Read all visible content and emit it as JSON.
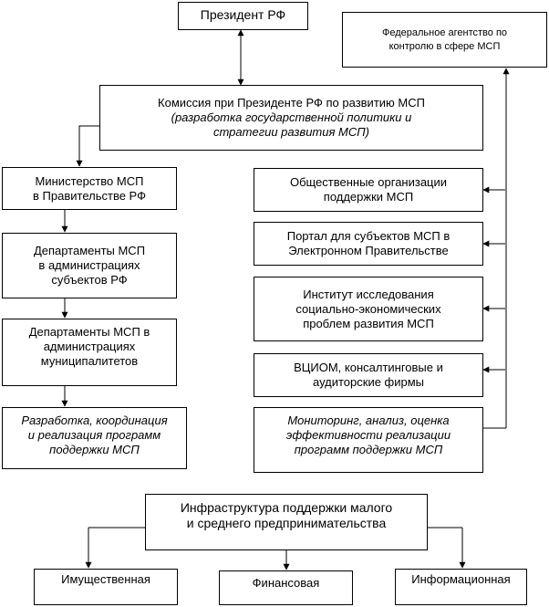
{
  "president": {
    "lines": [
      "Президент РФ"
    ]
  },
  "agency": {
    "lines": [
      "Федеральное агентство по",
      "контролю в сфере МСП"
    ]
  },
  "commission": {
    "lines": [
      "Комиссия при Президенте РФ по развитию МСП"
    ],
    "italic_lines": [
      "(разработка государственной политики и",
      "стратегии развития МСП)"
    ]
  },
  "left_column": [
    {
      "lines": [
        "Министерство МСП",
        "в Правительстве РФ"
      ],
      "italic": false
    },
    {
      "lines": [
        "Департаменты МСП",
        "в администрациях",
        "субъектов РФ"
      ],
      "italic": false
    },
    {
      "lines": [
        "Департаменты МСП в",
        "администрациях",
        "муниципалитетов"
      ],
      "italic": false
    },
    {
      "lines": [
        "Разработка, координация",
        "и реализация программ",
        "поддержки МСП"
      ],
      "italic": true
    }
  ],
  "right_column": [
    {
      "lines": [
        "Общественные организации",
        "поддержки МСП"
      ],
      "italic": false
    },
    {
      "lines": [
        "Портал для субъектов МСП в",
        "Электронном Правительстве"
      ],
      "italic": false
    },
    {
      "lines": [
        "Институт исследования",
        "социально-экономических",
        "проблем развития МСП"
      ],
      "italic": false
    },
    {
      "lines": [
        "ВЦИОМ, консалтинговые и",
        "аудиторские фирмы"
      ],
      "italic": false
    },
    {
      "lines": [
        "Мониторинг, анализ, оценка",
        "эффективности реализации",
        "программ поддержки МСП"
      ],
      "italic": true
    }
  ],
  "infrastructure": {
    "lines": [
      "Инфраструктура поддержки малого",
      "и среднего предпринимательства"
    ],
    "children": [
      {
        "lines": [
          "Имущественная"
        ]
      },
      {
        "lines": [
          "Финансовая"
        ]
      },
      {
        "lines": [
          "Информационная"
        ]
      }
    ]
  },
  "colors": {
    "stroke": "#000000",
    "background": "#ffffff"
  }
}
